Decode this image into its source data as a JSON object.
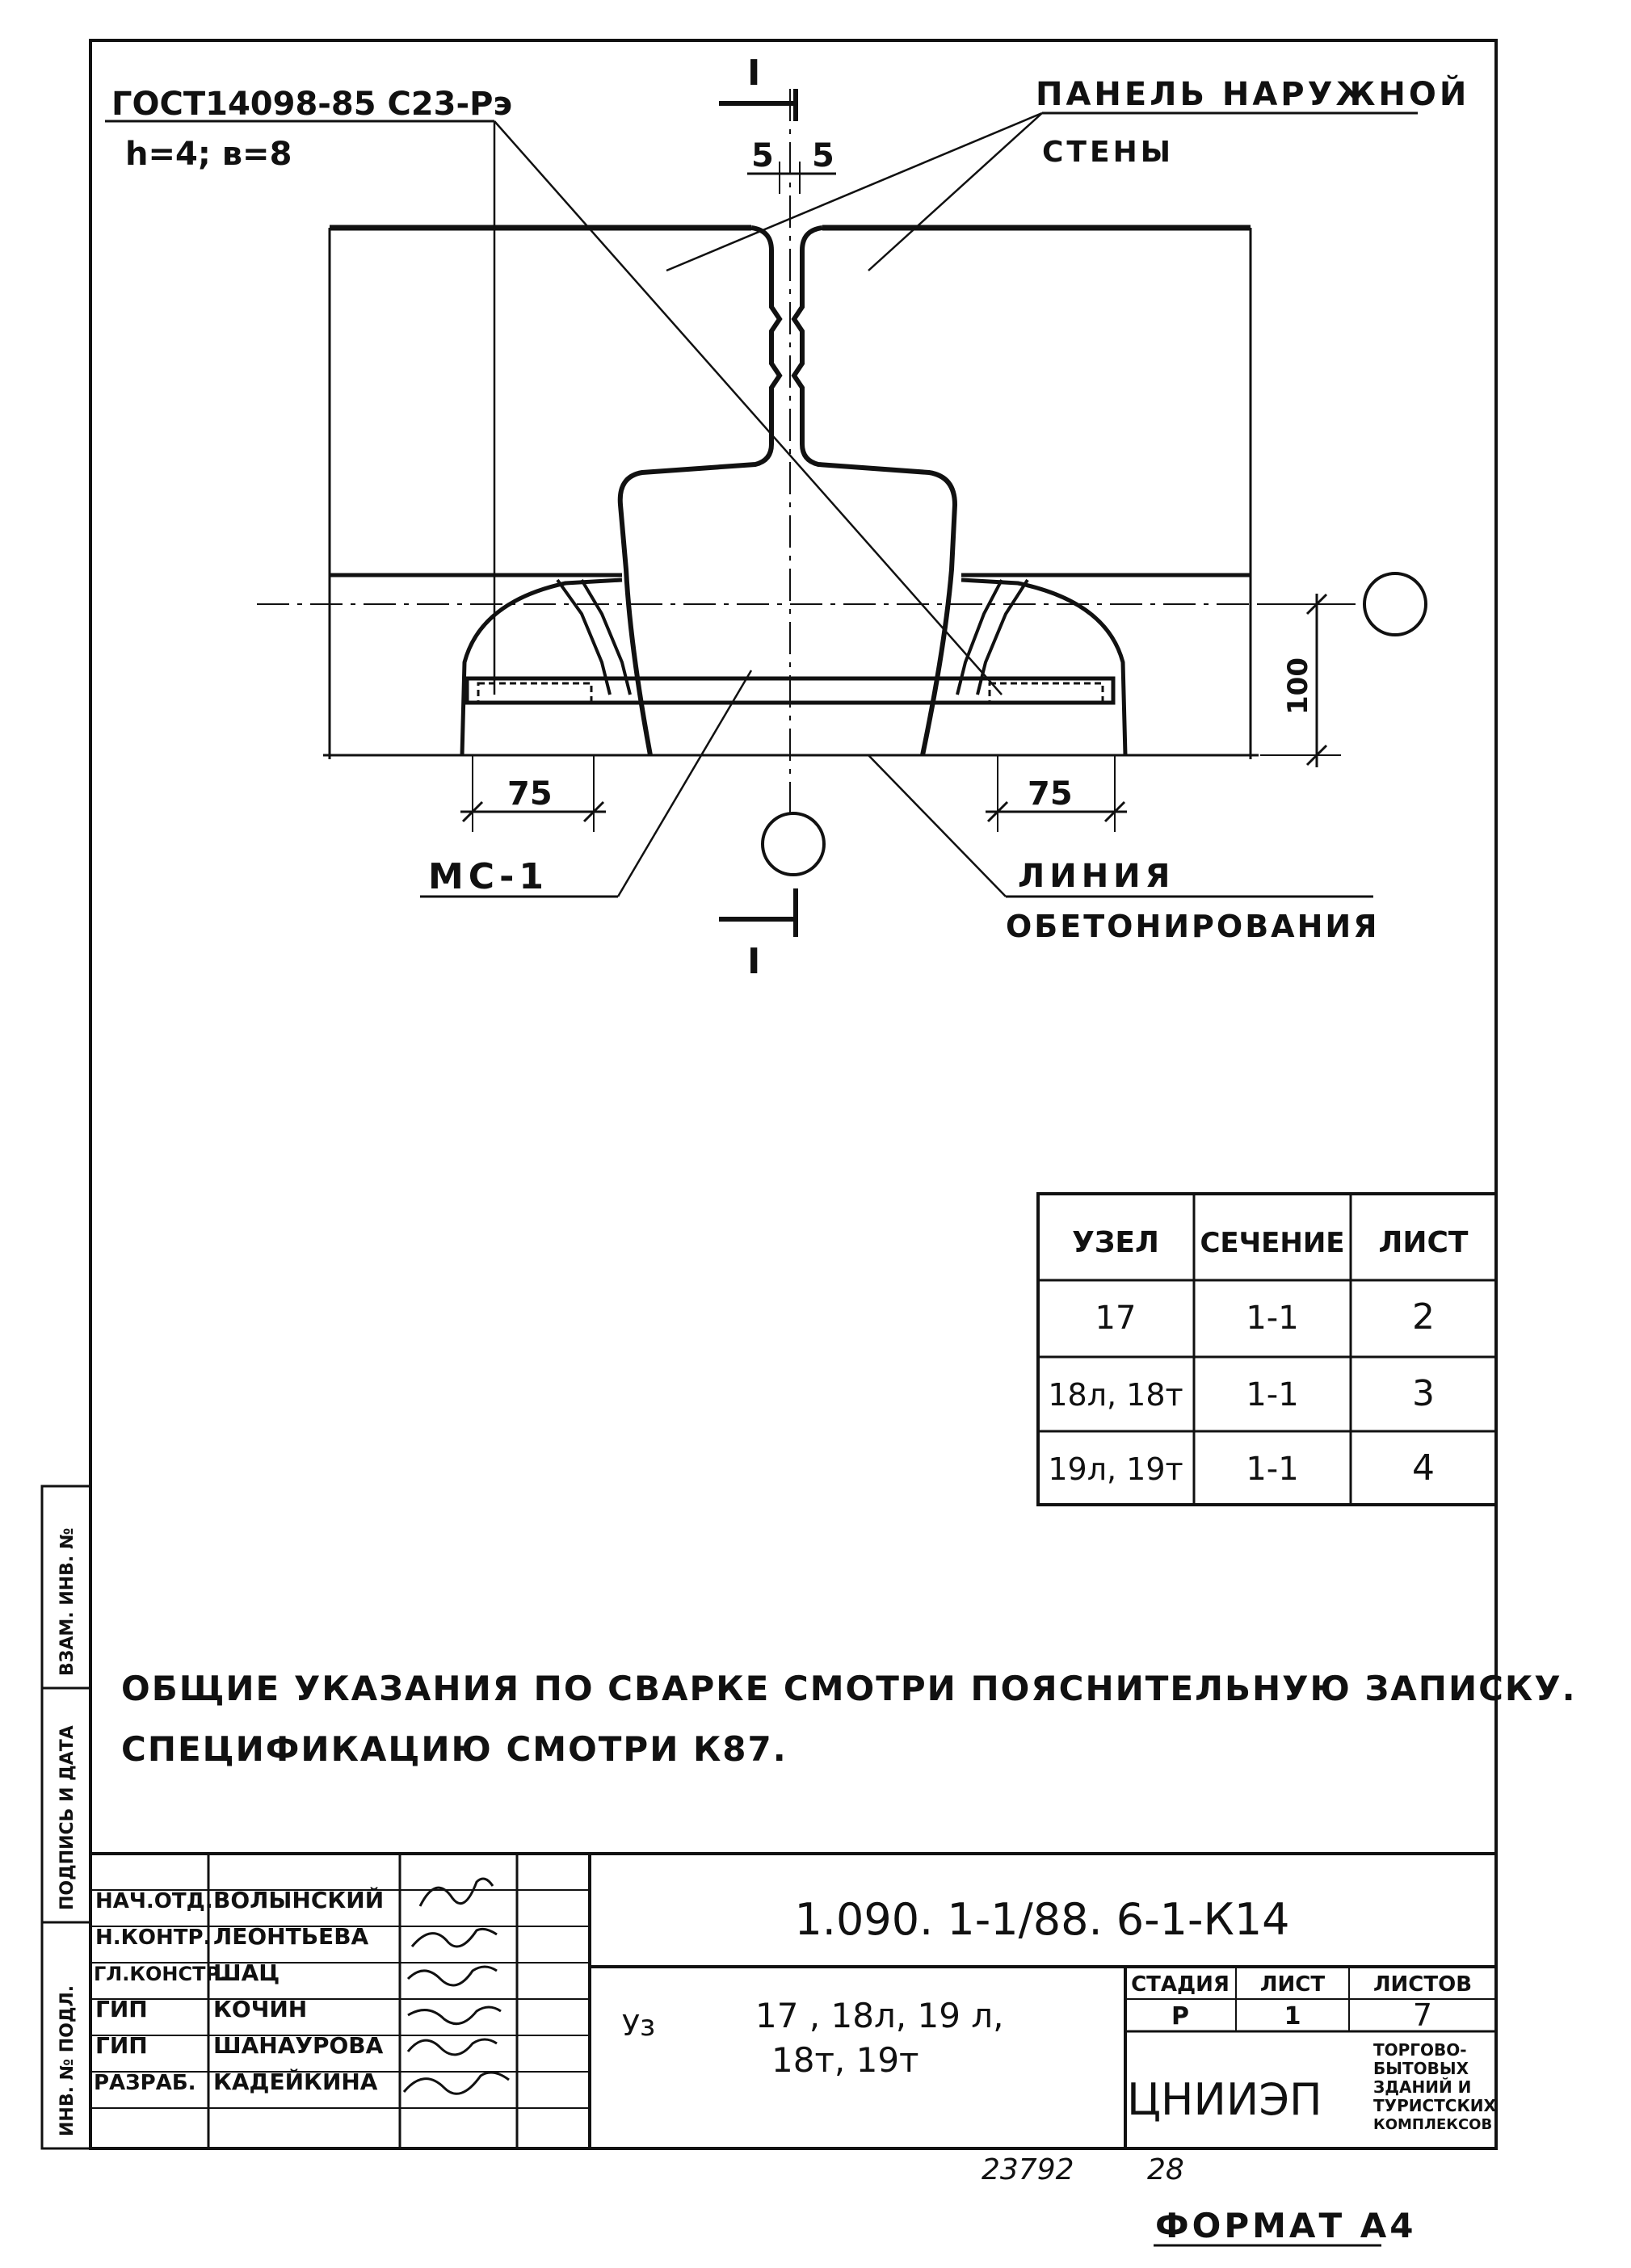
{
  "drawing": {
    "weld_note_line1": "ГОСТ14098-85 С23-Рэ",
    "weld_note_line2": "h=4; в=8",
    "section_mark": "I",
    "gap_left": "5",
    "gap_right": "5",
    "panel_label_line1": "ПАНЕЛЬ НАРУЖНОЙ",
    "panel_label_line2": "СТЕНЫ",
    "dim_100": "100",
    "dim_75_left": "75",
    "dim_75_right": "75",
    "plate_label": "МС-1",
    "concrete_label_line1": "ЛИНИЯ",
    "concrete_label_line2": "ОБЕТОНИРОВАНИЯ"
  },
  "node_table": {
    "headers": [
      "УЗЕЛ",
      "СЕЧЕНИЕ",
      "ЛИСТ"
    ],
    "rows": [
      [
        "17",
        "1-1",
        "2"
      ],
      [
        "18л, 18т",
        "1-1",
        "3"
      ],
      [
        "19л, 19т",
        "1-1",
        "4"
      ]
    ]
  },
  "notes": {
    "line1": "ОБЩИЕ УКАЗАНИЯ ПО СВАРКЕ СМОТРИ ПОЯСНИТЕЛЬНУЮ ЗАПИСКУ.",
    "line2": "СПЕЦИФИКАЦИЮ СМОТРИ К87."
  },
  "side_stamp": {
    "col1": "ВЗАМ. ИНВ. №",
    "col2": "ПОДПИСЬ И ДАТА",
    "col3": "ИНВ. № ПОДЛ."
  },
  "title_block": {
    "doc_code": "1.090. 1-1/88. 6-1-К14",
    "staff": [
      {
        "role": "НАЧ.ОТД.",
        "name": "ВОЛЫНСКИЙ"
      },
      {
        "role": "Н.КОНТР.",
        "name": "ЛЕОНТЬЕВА"
      },
      {
        "role": "ГЛ.КОНСТР.",
        "name": "ШАЦ"
      },
      {
        "role": "ГИП",
        "name": "КОЧИН"
      },
      {
        "role": "ГИП",
        "name": "ШАНАУРОВА"
      },
      {
        "role": "РАЗРАБ.",
        "name": "КАДЕЙКИНА"
      }
    ],
    "subject_prefix": "Уз",
    "subject_line1": "17 , 18л, 19 л,",
    "subject_line2": "18т, 19т",
    "stage_label": "СТАДИЯ",
    "sheet_label": "ЛИСТ",
    "sheets_label": "ЛИСТОВ",
    "stage_value": "Р",
    "sheet_value": "1",
    "sheets_value": "7",
    "org_name": "ЦНИИЭП",
    "org_desc_lines": [
      "ТОРГОВО-",
      "БЫТОВЫХ",
      "ЗДАНИЙ И",
      "ТУРИСТСКИХ",
      "КОМПЛЕКСОВ"
    ]
  },
  "footer": {
    "number": "23792",
    "page": "28",
    "format": "ФОРМАТ А4"
  }
}
